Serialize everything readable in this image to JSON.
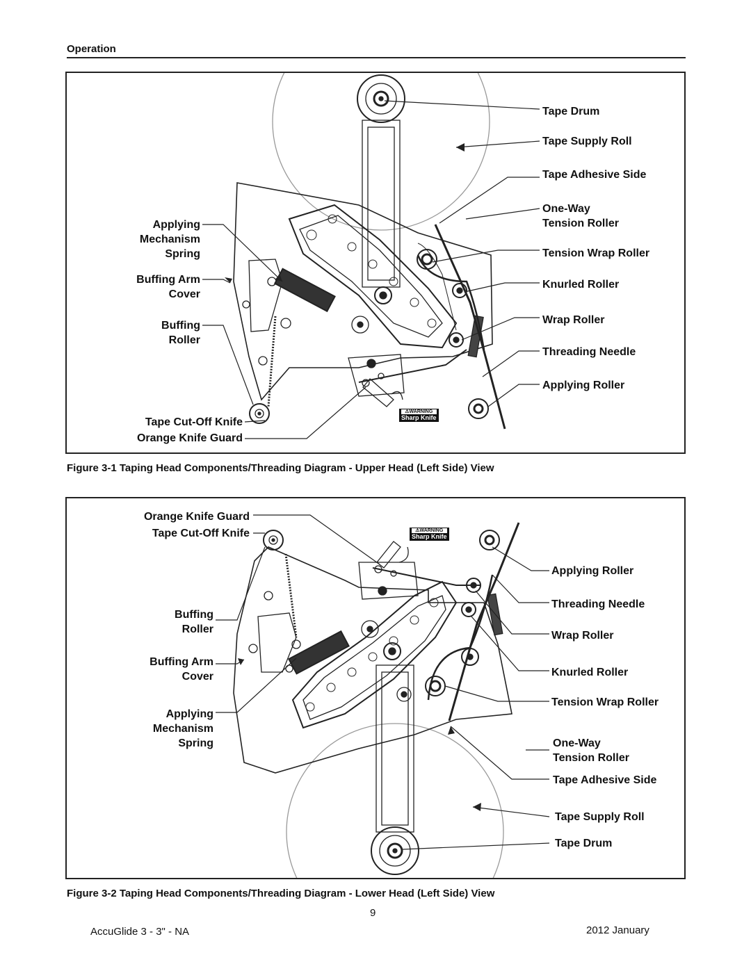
{
  "header": {
    "section": "Operation"
  },
  "figure1": {
    "caption": "Figure 3-1   Taping Head Components/Threading Diagram - Upper Head (Left Side) View",
    "warning_top": "⚠WARNING",
    "warning_bottom": "Sharp Knife",
    "labels": {
      "tape_drum": "Tape Drum",
      "tape_supply_roll": "Tape Supply Roll",
      "tape_adhesive_side": "Tape Adhesive Side",
      "one_way": "One-Way",
      "tension_roller": "Tension Roller",
      "tension_wrap_roller": "Tension Wrap Roller",
      "knurled_roller": "Knurled Roller",
      "wrap_roller": "Wrap Roller",
      "threading_needle": "Threading Needle",
      "applying_roller": "Applying Roller",
      "applying": "Applying",
      "mechanism": "Mechanism",
      "spring": "Spring",
      "buffing_arm": "Buffing Arm",
      "cover": "Cover",
      "buffing": "Buffing",
      "roller": "Roller",
      "tape_cutoff_knife": "Tape Cut-Off Knife",
      "orange_knife_guard": "Orange Knife Guard"
    }
  },
  "figure2": {
    "caption": "Figure 3-2   Taping Head Components/Threading Diagram - Lower Head (Left Side) View",
    "warning_top": "⚠WARNING",
    "warning_bottom": "Sharp Knife",
    "labels": {
      "orange_knife_guard": "Orange Knife Guard",
      "tape_cutoff_knife": "Tape Cut-Off Knife",
      "buffing": "Buffing",
      "roller": "Roller",
      "buffing_arm": "Buffing Arm",
      "cover": "Cover",
      "applying": "Applying",
      "mechanism": "Mechanism",
      "spring": "Spring",
      "applying_roller": "Applying Roller",
      "threading_needle": "Threading Needle",
      "wrap_roller": "Wrap Roller",
      "knurled_roller": "Knurled Roller",
      "tension_wrap_roller": "Tension Wrap Roller",
      "one_way": "One-Way",
      "tension_roller": "Tension Roller",
      "tape_adhesive_side": "Tape Adhesive Side",
      "tape_supply_roll": "Tape Supply Roll",
      "tape_drum": "Tape Drum"
    }
  },
  "footer": {
    "page_number": "9",
    "product": "AccuGlide 3 - 3\" - NA",
    "date": "2012 January"
  }
}
